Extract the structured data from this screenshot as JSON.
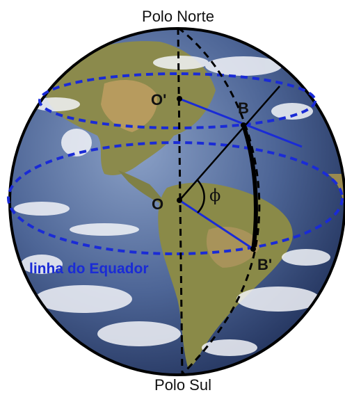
{
  "labels": {
    "north_pole": "Polo Norte",
    "south_pole": "Polo Sul",
    "point_O_prime": "O'",
    "point_B": "B",
    "point_O": "O",
    "point_B_prime": "B'",
    "angle": "ϕ",
    "equator": "linha do Equador"
  },
  "colors": {
    "ocean_deep": "#2a3f6e",
    "ocean_light": "#6f86b0",
    "land": "#8a8a4a",
    "land_dry": "#b89a5c",
    "cloud": "#f2f4f8",
    "parallel_lines": "#1a2bd6",
    "radius_lines": "#1a2bd6",
    "axis": "#000000",
    "arc": "#000000",
    "equator_label": "#1a2bd6",
    "outline": "#000000"
  }
}
